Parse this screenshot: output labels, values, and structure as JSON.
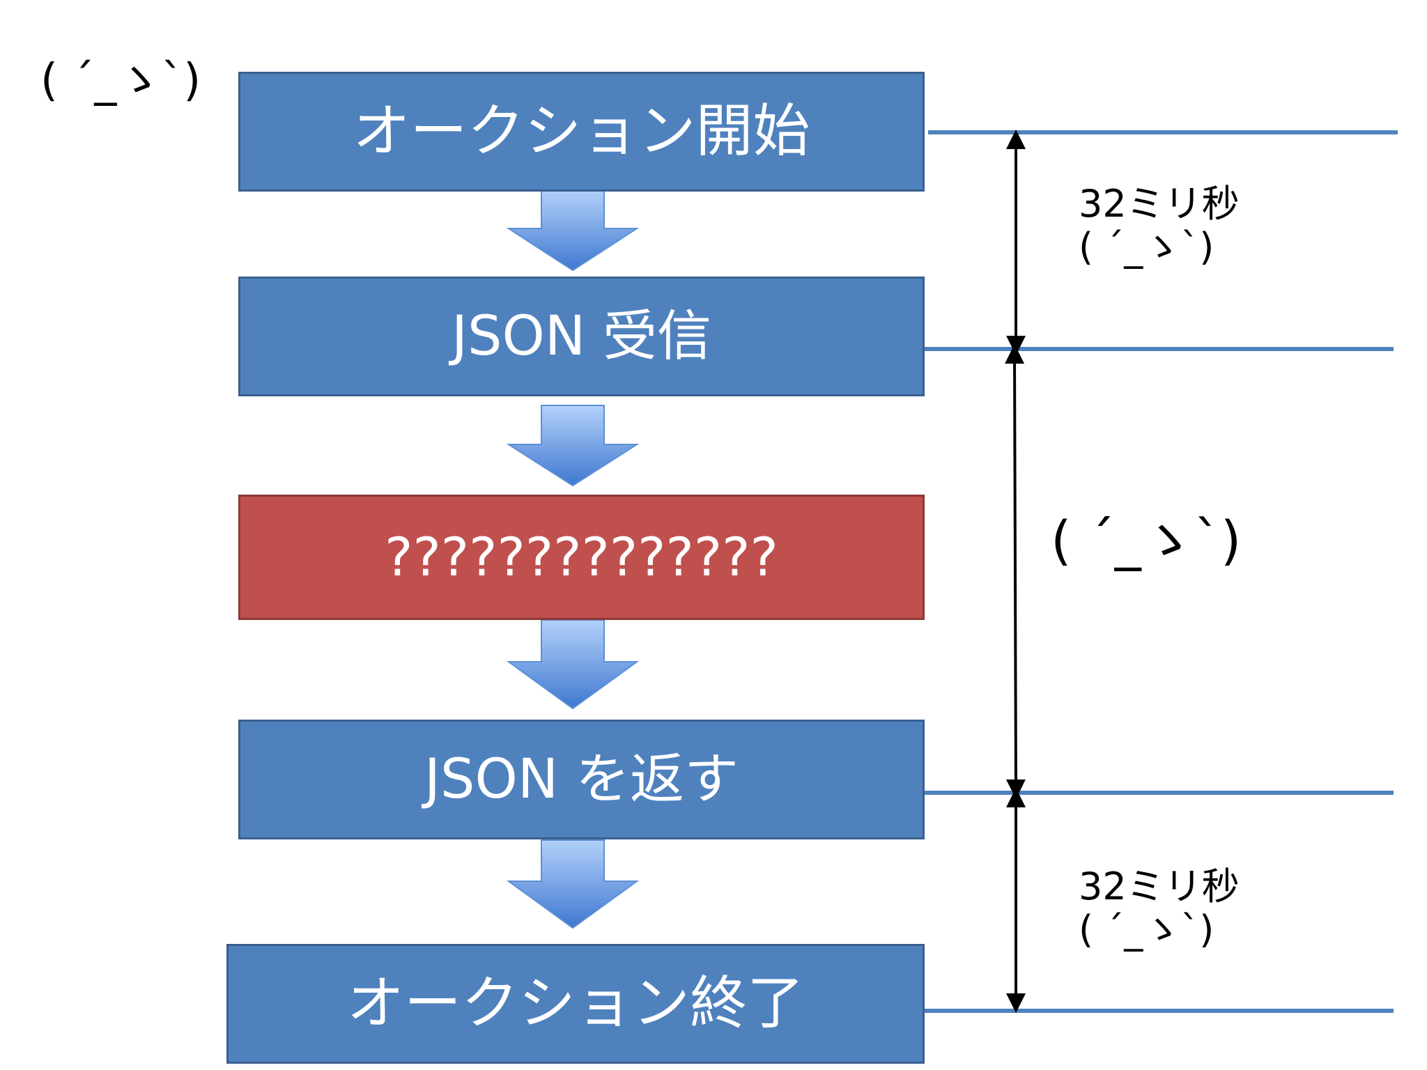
{
  "diagram": {
    "corner_face": "( ´_ゝ`)",
    "steps": [
      {
        "label": "オークション開始",
        "color": "#4f81bd"
      },
      {
        "label": "JSON 受信",
        "color": "#4f81bd"
      },
      {
        "label": "??????????????",
        "color": "#c0504d"
      },
      {
        "label": "JSON を返す",
        "color": "#4f81bd"
      },
      {
        "label": "オークション終了",
        "color": "#4f81bd"
      }
    ],
    "intervals": [
      {
        "time": "32ミリ秒",
        "face": "( ´_ゝ`)"
      },
      {
        "time": "",
        "face": "( ´_ゝ`)"
      },
      {
        "time": "32ミリ秒",
        "face": "( ´_ゝ`)"
      }
    ],
    "colors": {
      "step_blue": "#4f81bd",
      "step_red": "#c0504d",
      "arrow_fill_light": "#a8c8f5",
      "arrow_fill_dark": "#4a7fd4",
      "guide_line": "#4f81bd",
      "dimension_line": "#000000"
    }
  }
}
